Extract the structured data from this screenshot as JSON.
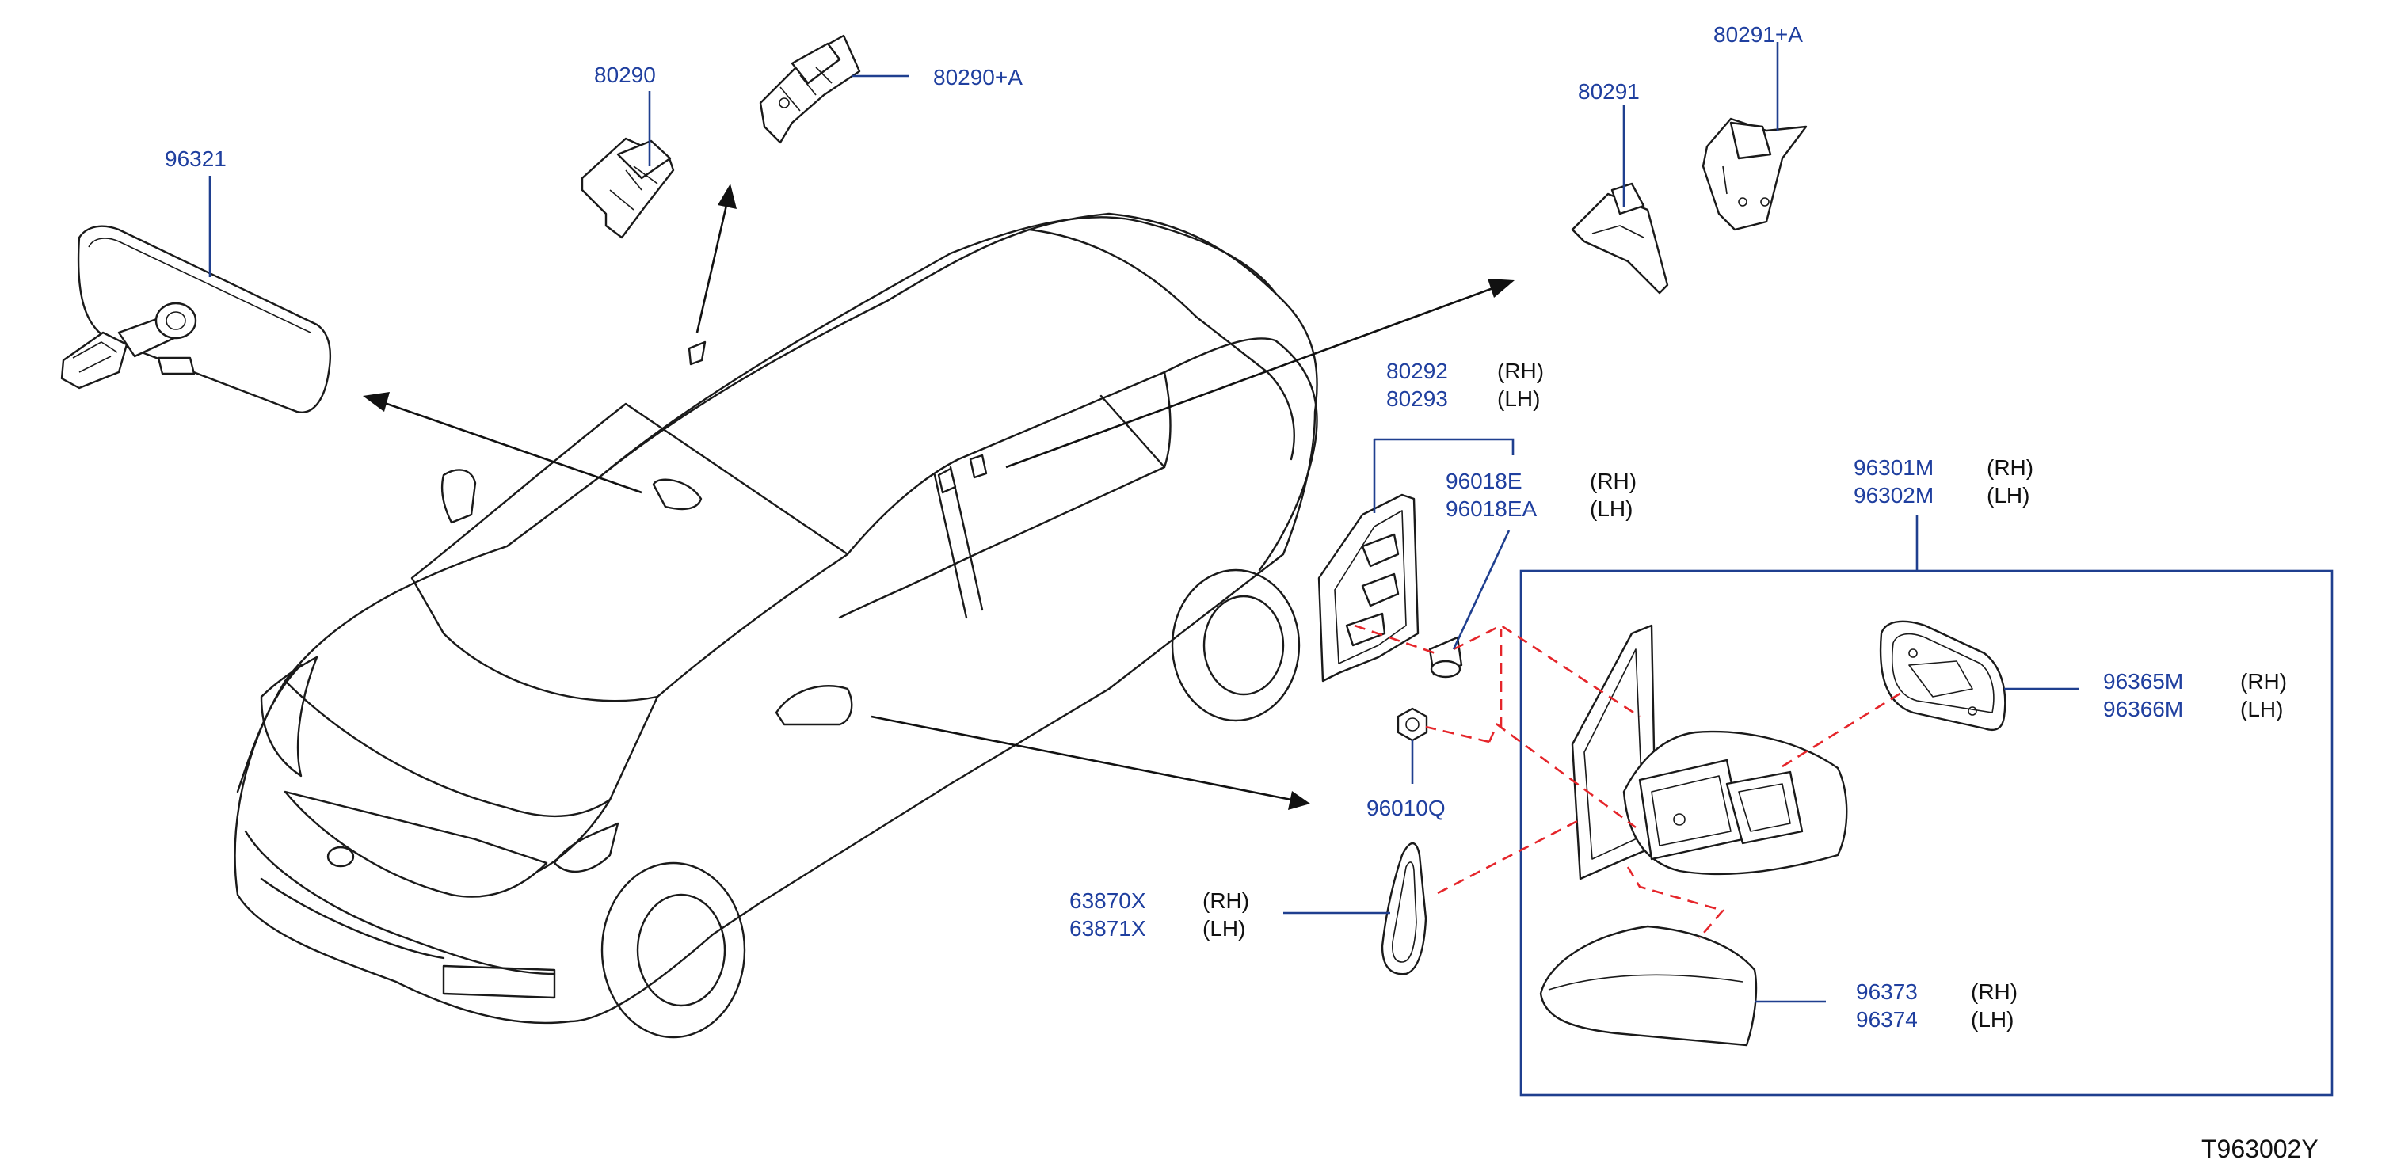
{
  "diagram": {
    "code": "T963002Y",
    "colors": {
      "part_number": "#1f3f9f",
      "leader": "#1f3f8f",
      "dashed": "#e5252a",
      "linework": "#1a1a1a"
    },
    "parts": {
      "p96321": "96321",
      "p80290": "80290",
      "p80290a": "80290+A",
      "p80291": "80291",
      "p80291a": "80291+A",
      "p80292": "80292",
      "p80293": "80293",
      "p96018e": "96018E",
      "p96018ea": "96018EA",
      "p96301m": "96301M",
      "p96302m": "96302M",
      "p96365m": "96365M",
      "p96366m": "96366M",
      "p96010q": "96010Q",
      "p63870x": "63870X",
      "p63871x": "63871X",
      "p96373": "96373",
      "p96374": "96374"
    },
    "sides": {
      "rh": "(RH)",
      "lh": "(LH)"
    }
  }
}
